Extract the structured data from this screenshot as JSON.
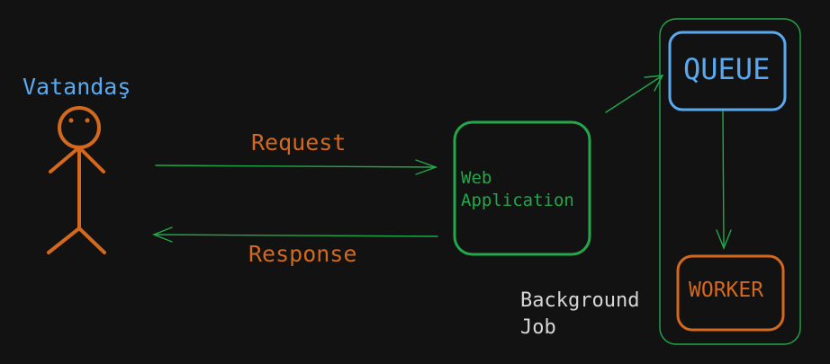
{
  "colors": {
    "background": "#121212",
    "actor": "#d2691e",
    "blue": "#5aa9ef",
    "green": "#22a84a",
    "orange": "#d2691e",
    "note": "#d6d6d6"
  },
  "actor": {
    "label": "Vatandaş"
  },
  "flows": {
    "request_label": "Request",
    "response_label": "Response"
  },
  "web_app": {
    "line1": "Web",
    "line2": "Application"
  },
  "queue": {
    "label": "QUEUE"
  },
  "worker": {
    "label": "WORKER"
  },
  "background_job": {
    "line1": "Background",
    "line2": "Job"
  }
}
